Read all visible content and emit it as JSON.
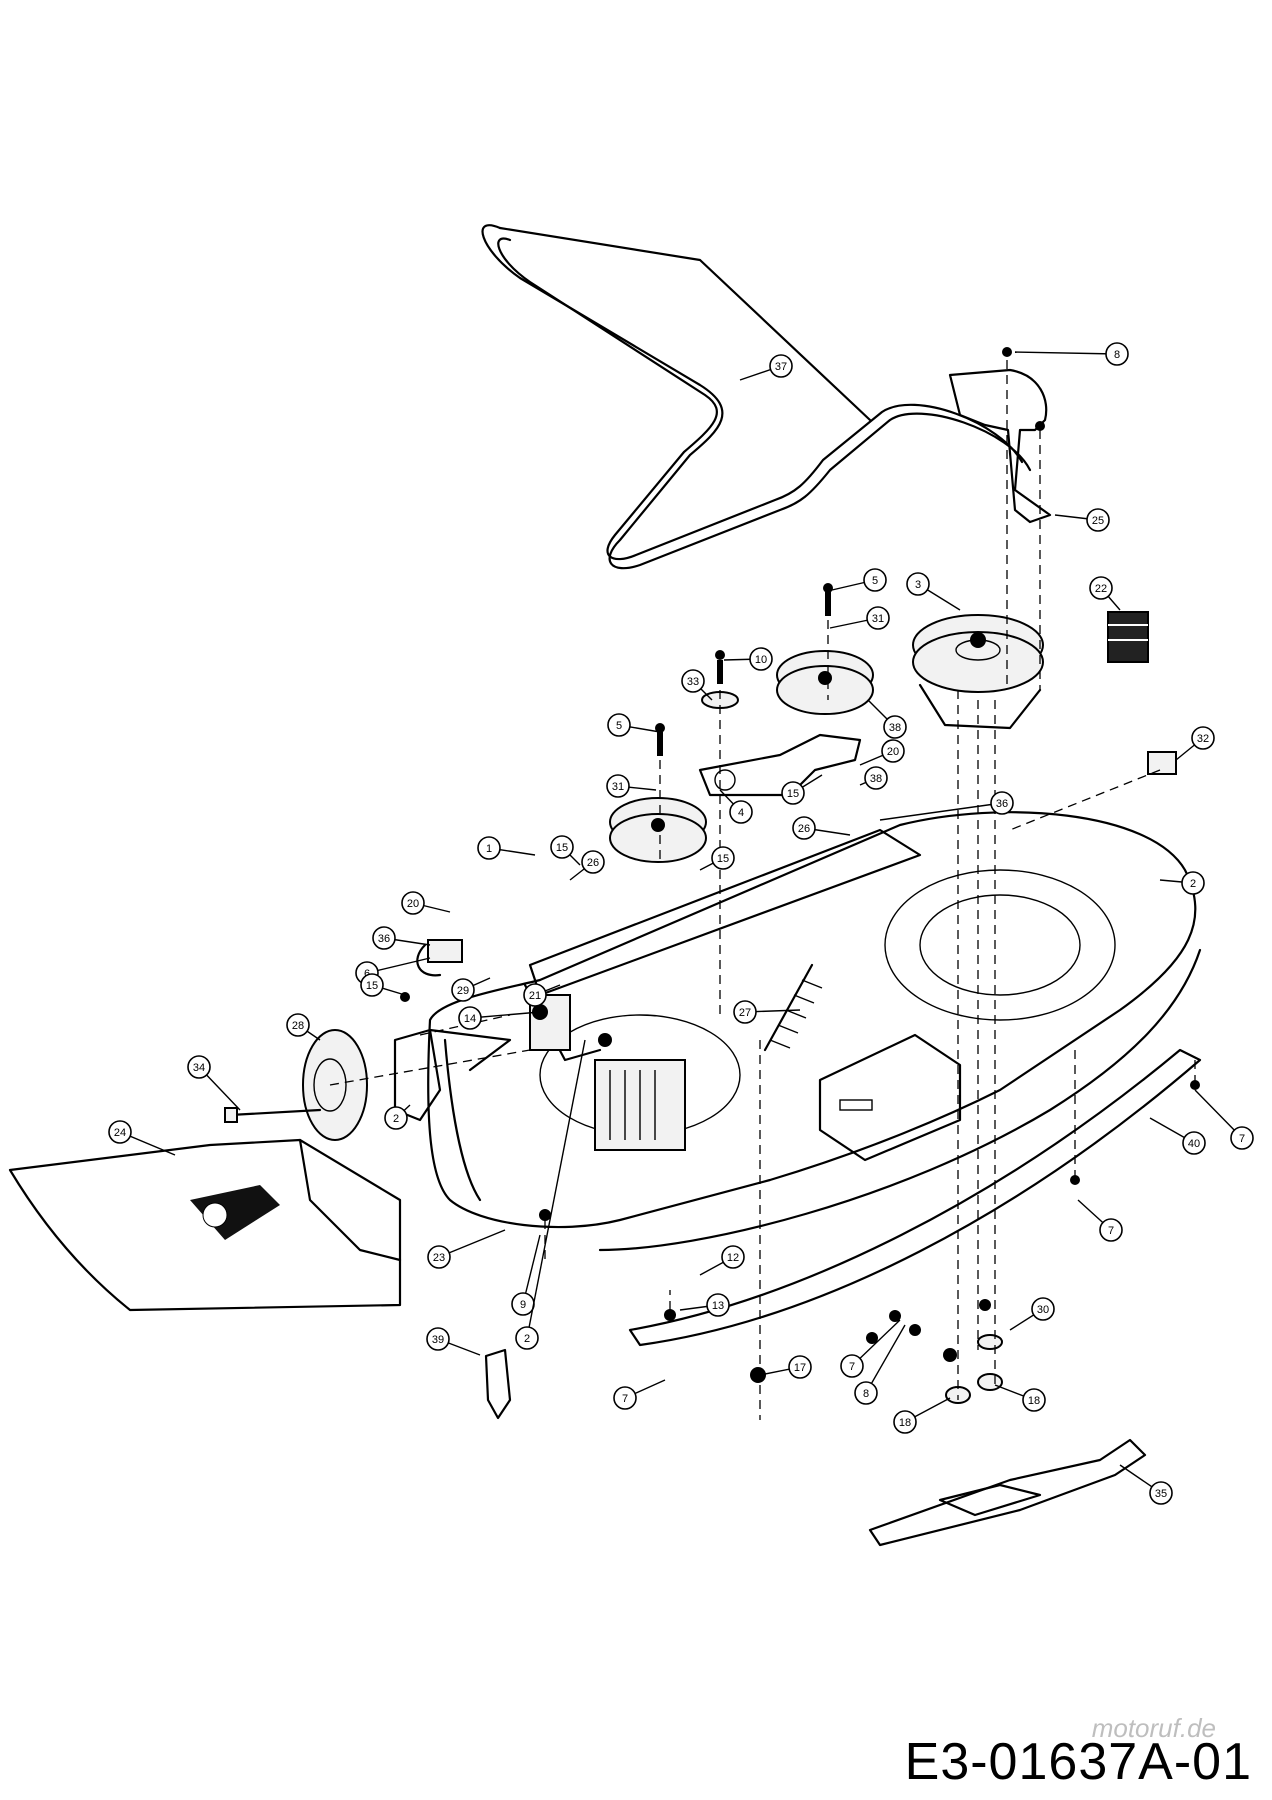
{
  "drawing_code": "E3-01637A-01",
  "watermark": "motoruf.de",
  "callouts": [
    {
      "label": "37"
    },
    {
      "label": "8"
    },
    {
      "label": "25"
    },
    {
      "label": "5"
    },
    {
      "label": "3"
    },
    {
      "label": "22"
    },
    {
      "label": "31"
    },
    {
      "label": "10"
    },
    {
      "label": "33"
    },
    {
      "label": "38"
    },
    {
      "label": "5"
    },
    {
      "label": "32"
    },
    {
      "label": "20"
    },
    {
      "label": "36"
    },
    {
      "label": "31"
    },
    {
      "label": "15"
    },
    {
      "label": "4"
    },
    {
      "label": "38"
    },
    {
      "label": "26"
    },
    {
      "label": "2"
    },
    {
      "label": "1"
    },
    {
      "label": "15"
    },
    {
      "label": "26"
    },
    {
      "label": "15"
    },
    {
      "label": "20"
    },
    {
      "label": "36"
    },
    {
      "label": "6"
    },
    {
      "label": "29"
    },
    {
      "label": "21"
    },
    {
      "label": "15"
    },
    {
      "label": "14"
    },
    {
      "label": "27"
    },
    {
      "label": "28"
    },
    {
      "label": "34"
    },
    {
      "label": "2"
    },
    {
      "label": "24"
    },
    {
      "label": "23"
    },
    {
      "label": "7"
    },
    {
      "label": "40"
    },
    {
      "label": "7"
    },
    {
      "label": "9"
    },
    {
      "label": "12"
    },
    {
      "label": "13"
    },
    {
      "label": "30"
    },
    {
      "label": "2"
    },
    {
      "label": "39"
    },
    {
      "label": "17"
    },
    {
      "label": "7"
    },
    {
      "label": "8"
    },
    {
      "label": "7"
    },
    {
      "label": "18"
    },
    {
      "label": "18"
    },
    {
      "label": "35"
    }
  ]
}
